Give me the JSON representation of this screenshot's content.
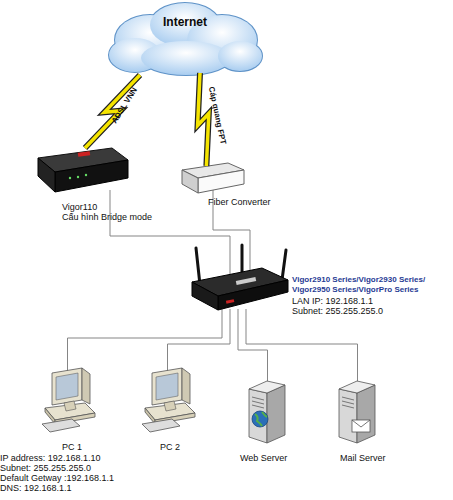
{
  "diagram": {
    "nodes": [
      {
        "text": [
          "Internet"
        ]
      },
      {
        "text": [
          "Vigor110",
          "Cấu hình Bridge mode"
        ]
      },
      {
        "text": [
          "Fiber Converter"
        ]
      },
      {
        "text": [
          "Vigor2910 Series/Vigor2930 Series/ Vigor2950 Series/VigorPro Series",
          "LAN IP: 192.168.1.1",
          "Subnet: 255.255.255.0"
        ]
      },
      {
        "text": [
          "PC 1",
          "IP address: 192.168.1.10",
          "Subnet: 255.255.255.0",
          "Default Getway :192.168.1.1",
          "DNS: 192.168.1.1"
        ]
      },
      {
        "text": [
          "PC 2"
        ]
      },
      {
        "text": [
          "Web Server"
        ]
      },
      {
        "text": [
          "Mail Server"
        ]
      }
    ],
    "edges": [
      {
        "from": 0,
        "to": 1,
        "label": "ADSL VNN",
        "arrow": "none"
      },
      {
        "from": 0,
        "to": 2,
        "label": "Cáp quang FPT",
        "arrow": "none"
      },
      {
        "from": 1,
        "to": 3,
        "arrow": "none"
      },
      {
        "from": 2,
        "to": 3,
        "arrow": "none"
      },
      {
        "from": 3,
        "to": 4,
        "arrow": "none"
      },
      {
        "from": 3,
        "to": 5,
        "arrow": "none"
      },
      {
        "from": 3,
        "to": 6,
        "arrow": "none"
      },
      {
        "from": 3,
        "to": 7,
        "arrow": "none"
      }
    ]
  }
}
